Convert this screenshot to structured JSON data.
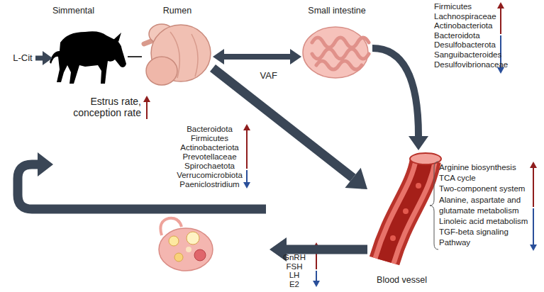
{
  "diagram": {
    "nodes": [
      {
        "text": [
          "L-Cit"
        ]
      },
      {
        "text": [
          "Simmental"
        ]
      },
      {
        "text": [
          "Rumen"
        ]
      },
      {
        "text": [
          "Small intestine"
        ]
      },
      {
        "text": [
          "Blood vessel"
        ]
      },
      {
        "text": []
      },
      {
        "text": [
          "Estrus rate, conception rate"
        ]
      }
    ],
    "edges": [
      {
        "from": 0,
        "to": 1,
        "arrow": "to"
      },
      {
        "from": 1,
        "to": 2,
        "arrow": "none"
      },
      {
        "from": 2,
        "to": 3,
        "arrow": "both"
      },
      {
        "from": 2,
        "to": 4,
        "arrow": "to",
        "label": "VAF"
      },
      {
        "from": 3,
        "to": 4,
        "arrow": "to"
      },
      {
        "from": 4,
        "to": 5,
        "arrow": "to"
      },
      {
        "from": 5,
        "to": 6,
        "arrow": "to"
      }
    ],
    "labels": [
      "Firmicutes",
      "Lachnospiraceae",
      "Actinobacteriota",
      "Bacteroidota",
      "Desulfobacterota",
      "Sanguibacteroides",
      "Desulfovibrionaceae",
      "Bacteroidota",
      "Firmicutes",
      "Actinobacteriota",
      "Prevotellaceae",
      "Spirochaetota",
      "Verrucomicrobiota",
      "Paeniclostridium",
      "Arginine biosynthesis",
      "TCA cycle",
      "Two-component system",
      "Alanine, aspartate and glutamate metabolism",
      "Linoleic acid metabolism",
      "TGF-beta signaling Pathway",
      "GnRH",
      "FSH",
      "LH",
      "E2"
    ]
  }
}
